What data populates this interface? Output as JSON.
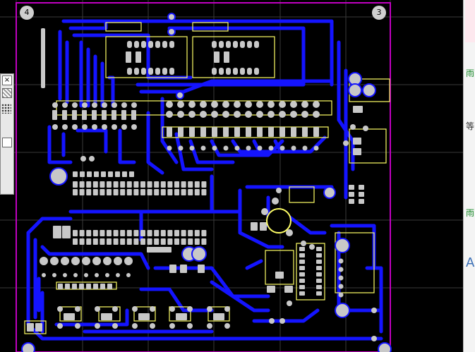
{
  "board": {
    "corner_markers": [
      "4",
      "3"
    ],
    "colors": {
      "background": "#000000",
      "trace": "#1414ff",
      "pad": "#c8c8c8",
      "silkscreen": "#ffff66",
      "outline": "#c000c0",
      "grid": "#3a3a3a"
    }
  },
  "right_panel": {
    "labels": [
      "雨",
      "等",
      "雨",
      "A"
    ]
  },
  "left_toolbar": {
    "close_label": "×"
  }
}
